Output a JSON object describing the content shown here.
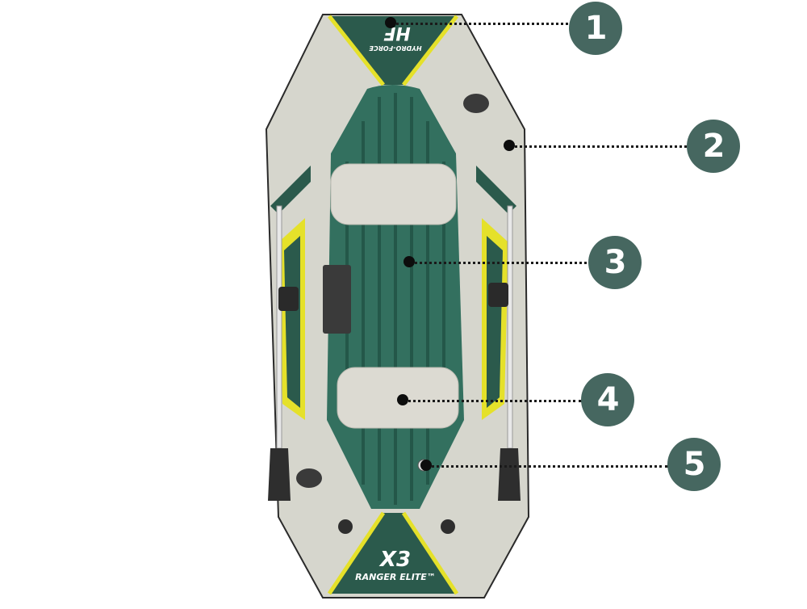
{
  "figure": {
    "subject": "Inflatable 3-person boat, top view",
    "colors": {
      "hull_light": "#d6d6cd",
      "hull_green": "#2b5a4c",
      "floor_green": "#33705f",
      "accent_yellow": "#e5e12a",
      "badge": "#466760",
      "badge_text": "#ffffff",
      "leader_line": "#1a1a1a"
    }
  },
  "branding": {
    "bow_logo": "HF",
    "bow_sub": "HYDRO-FORCE",
    "stern_model": "X3",
    "stern_name": "RANGER ELITE™"
  },
  "callouts": [
    {
      "number": "1",
      "target": "bow"
    },
    {
      "number": "2",
      "target": "side-rope"
    },
    {
      "number": "3",
      "target": "floor"
    },
    {
      "number": "4",
      "target": "seat"
    },
    {
      "number": "5",
      "target": "drain-valve"
    }
  ]
}
